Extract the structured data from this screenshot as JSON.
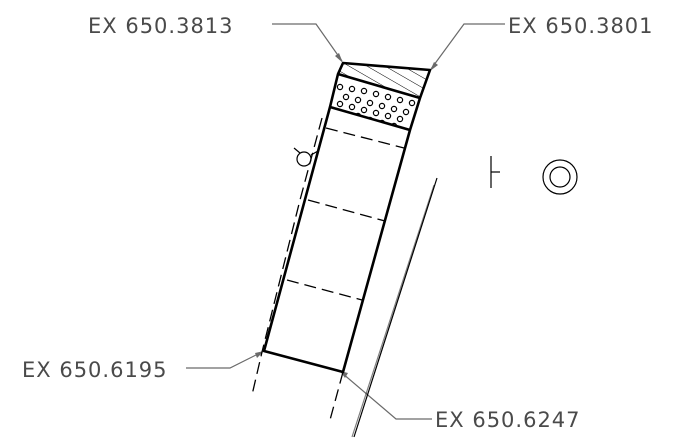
{
  "elevations": {
    "top_left": "EX 650.3813",
    "top_right": "EX 650.3801",
    "bottom_left": "EX 650.6195",
    "bottom_right": "EX 650.6247"
  },
  "symbols": {
    "light_pole": "light-pole-icon",
    "sign_post": "sign-post-icon",
    "manhole": "manhole-icon",
    "hatched_strip": "hatch-pattern",
    "dotted_strip": "aggregate-pattern"
  }
}
